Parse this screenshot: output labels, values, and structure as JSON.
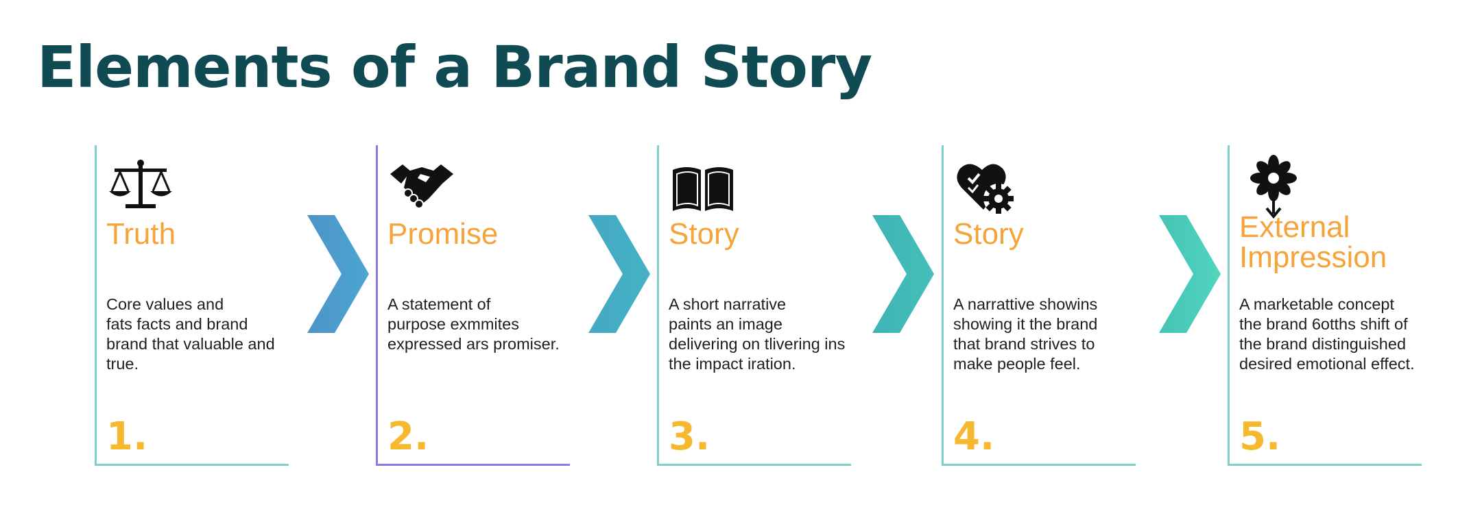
{
  "title": "Elements of a Brand Story",
  "colors": {
    "title": "#104a52",
    "heading_accent": "#f5a33a",
    "number_accent": "#f5b82e",
    "frame_teal": "#7fd1cc",
    "frame_purple": "#8d7ae8"
  },
  "steps": [
    {
      "icon": "scales-icon",
      "title": "Truth",
      "description": "Core values and\nfats facts and brand\nbrand that valuable and\ntrue.",
      "number": "1."
    },
    {
      "icon": "handshake-icon",
      "title": "Promise",
      "description": "A statement of\npurpose exmmites\nexpressed ars promiser.",
      "number": "2."
    },
    {
      "icon": "open-book-icon",
      "title": "Story",
      "description": "A short narrative\npaints an image\ndelivering on tlivering ins\nthe impact iration.",
      "number": "3."
    },
    {
      "icon": "heart-gear-icon",
      "title": "Story",
      "description": "A narrattive showins\nshowing it the brand\nthat brand strives to\nmake people feel.",
      "number": "4."
    },
    {
      "icon": "flower-icon",
      "title": "External\nImpression",
      "description": "A marketable concept\nthe brand 6otths shift of\nthe brand distinguished\ndesired emotional effect.",
      "number": "5."
    }
  ]
}
